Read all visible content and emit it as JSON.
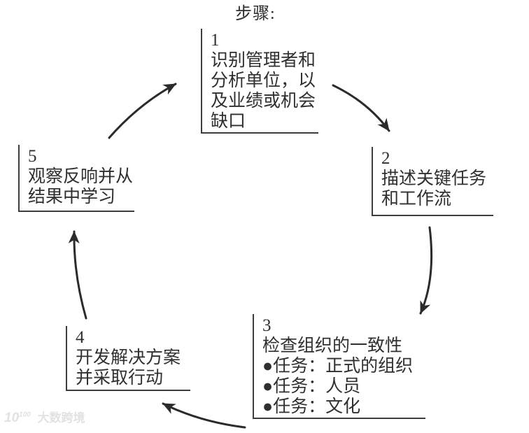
{
  "title": "步骤:",
  "steps": [
    {
      "number": "1",
      "lines": [
        "识别管理者和",
        "分析单位，以",
        "及业绩或机会",
        "缺口"
      ]
    },
    {
      "number": "2",
      "lines": [
        "描述关键任务",
        "和工作流"
      ]
    },
    {
      "number": "3",
      "lines": [
        "检查组织的一致性",
        "●任务：正式的组织",
        "●任务：人员",
        "●任务：文化"
      ]
    },
    {
      "number": "4",
      "lines": [
        "开发解决方案",
        "并采取行动"
      ]
    },
    {
      "number": "5",
      "lines": [
        "观察反响并从",
        "结果中学习"
      ]
    }
  ],
  "arrows": [
    {
      "name": "arrow-step1-to-step2",
      "from": "1",
      "to": "2"
    },
    {
      "name": "arrow-step2-to-step3",
      "from": "2",
      "to": "3"
    },
    {
      "name": "arrow-step3-to-step4",
      "from": "3",
      "to": "4"
    },
    {
      "name": "arrow-step4-to-step5",
      "from": "4",
      "to": "5"
    },
    {
      "name": "arrow-step5-to-step1",
      "from": "5",
      "to": "1"
    }
  ],
  "watermark": {
    "logo_base": "10",
    "logo_exponent": "100",
    "brand": "大数跨境"
  },
  "colors": {
    "background": "#ffffff",
    "ink": "#2f2f2f",
    "border": "#3d3d3d",
    "arrow": "#2b2b2b",
    "watermark": "#e2e2e2"
  }
}
